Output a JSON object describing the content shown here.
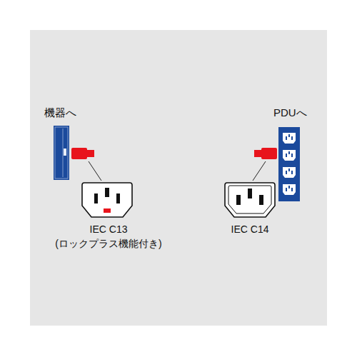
{
  "diagram": {
    "nodes": [
      {
        "text": [
          "機器へ"
        ]
      },
      {
        "text": [
          "PDUへ"
        ]
      }
    ],
    "edges": [
      {
        "from": 0,
        "to": 1,
        "arrow": "none"
      }
    ],
    "labels": [
      "IEC C13",
      "(ロックプラス機能付き)",
      "IEC C14"
    ]
  }
}
